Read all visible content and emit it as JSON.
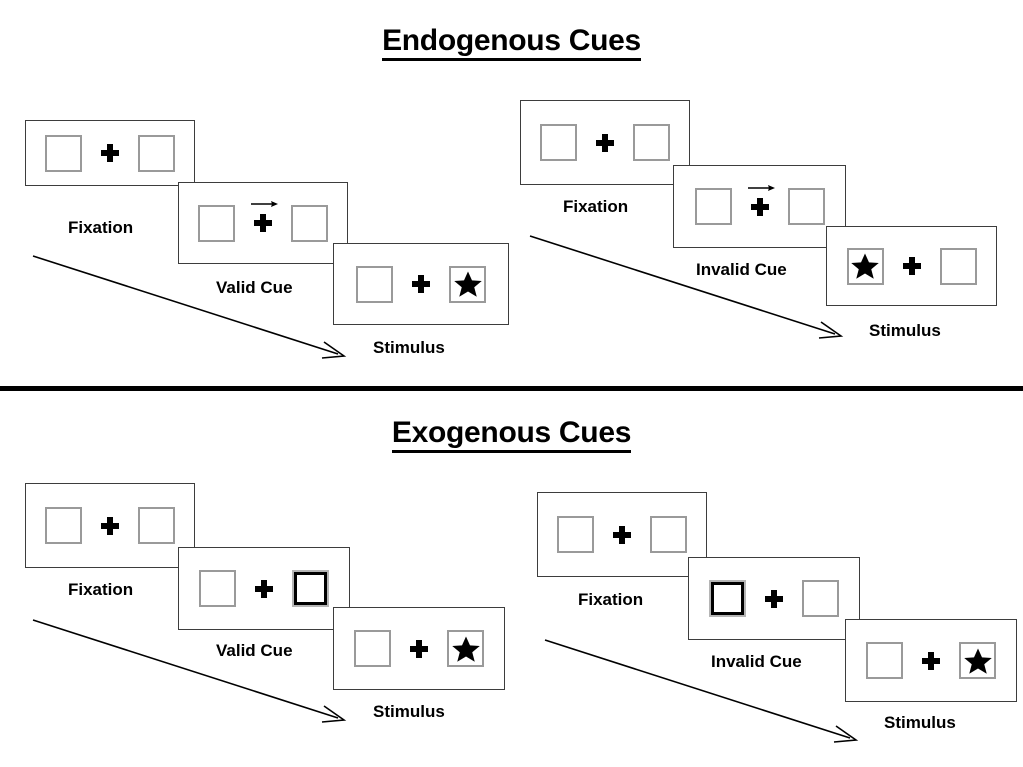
{
  "sections": [
    {
      "id": "endogenous",
      "title": "Endogenous Cues",
      "conditions": [
        {
          "id": "endogenous-valid",
          "frames": [
            {
              "caption": "Fixation",
              "cue": "none",
              "arrow": false,
              "star": "none"
            },
            {
              "caption": "Valid Cue",
              "cue": "none",
              "arrow": true,
              "star": "none"
            },
            {
              "caption": "Stimulus",
              "cue": "none",
              "arrow": false,
              "star": "right"
            }
          ]
        },
        {
          "id": "endogenous-invalid",
          "frames": [
            {
              "caption": "Fixation",
              "cue": "none",
              "arrow": false,
              "star": "none"
            },
            {
              "caption": "Invalid Cue",
              "cue": "none",
              "arrow": true,
              "star": "none"
            },
            {
              "caption": "Stimulus",
              "cue": "none",
              "arrow": false,
              "star": "left"
            }
          ]
        }
      ]
    },
    {
      "id": "exogenous",
      "title": "Exogenous Cues",
      "conditions": [
        {
          "id": "exogenous-valid",
          "frames": [
            {
              "caption": "Fixation",
              "cue": "none",
              "arrow": false,
              "star": "none"
            },
            {
              "caption": "Valid Cue",
              "cue": "right",
              "arrow": false,
              "star": "none"
            },
            {
              "caption": "Stimulus",
              "cue": "none",
              "arrow": false,
              "star": "right"
            }
          ]
        },
        {
          "id": "exogenous-invalid",
          "frames": [
            {
              "caption": "Fixation",
              "cue": "none",
              "arrow": false,
              "star": "none"
            },
            {
              "caption": "Invalid Cue",
              "cue": "left",
              "arrow": false,
              "star": "none"
            },
            {
              "caption": "Stimulus",
              "cue": "none",
              "arrow": false,
              "star": "right"
            }
          ]
        }
      ]
    }
  ],
  "labels": {
    "endogenous_title": "Endogenous Cues",
    "exogenous_title": "Exogenous Cues",
    "fixation": "Fixation",
    "valid_cue": "Valid Cue",
    "invalid_cue": "Invalid Cue",
    "stimulus": "Stimulus"
  },
  "colors": {
    "frame_border": "#3d3d3d",
    "slot_border": "#9a9a9a",
    "ink": "#000000",
    "background": "#ffffff"
  },
  "captions": {
    "en_v_1": "Fixation",
    "en_v_2": "Valid Cue",
    "en_v_3": "Stimulus",
    "en_i_1": "Fixation",
    "en_i_2": "Invalid Cue",
    "en_i_3": "Stimulus",
    "ex_v_1": "Fixation",
    "ex_v_2": "Valid Cue",
    "ex_v_3": "Stimulus",
    "ex_i_1": "Fixation",
    "ex_i_2": "Invalid Cue",
    "ex_i_3": "Stimulus"
  }
}
